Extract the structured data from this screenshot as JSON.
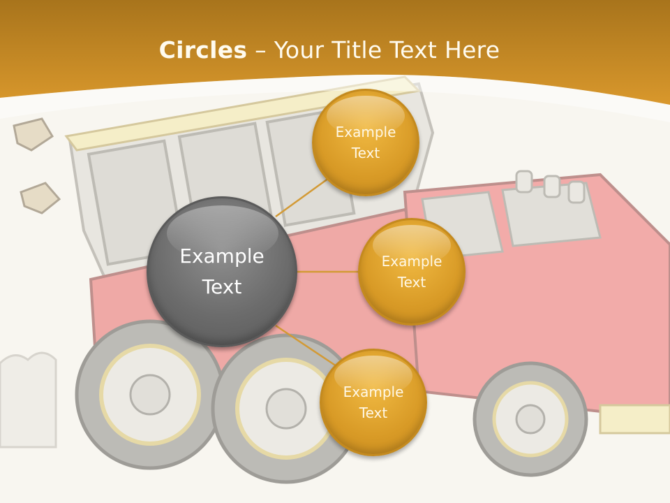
{
  "slide": {
    "title_bold": "Circles",
    "title_rest": " – Your Title Text Here",
    "center_circle": {
      "label": "Example\nText",
      "color": "#6c6c6c"
    },
    "satellite_circles": [
      {
        "label": "Example\nText",
        "color": "#e0a22e"
      },
      {
        "label": "Example\nText",
        "color": "#e0a22e"
      },
      {
        "label": "Example\nText",
        "color": "#e0a22e"
      }
    ],
    "colors": {
      "header": "#c8891f",
      "connector": "#d39a35",
      "background": "#f8f6f0"
    },
    "background_image": "dump-truck-illustration"
  }
}
